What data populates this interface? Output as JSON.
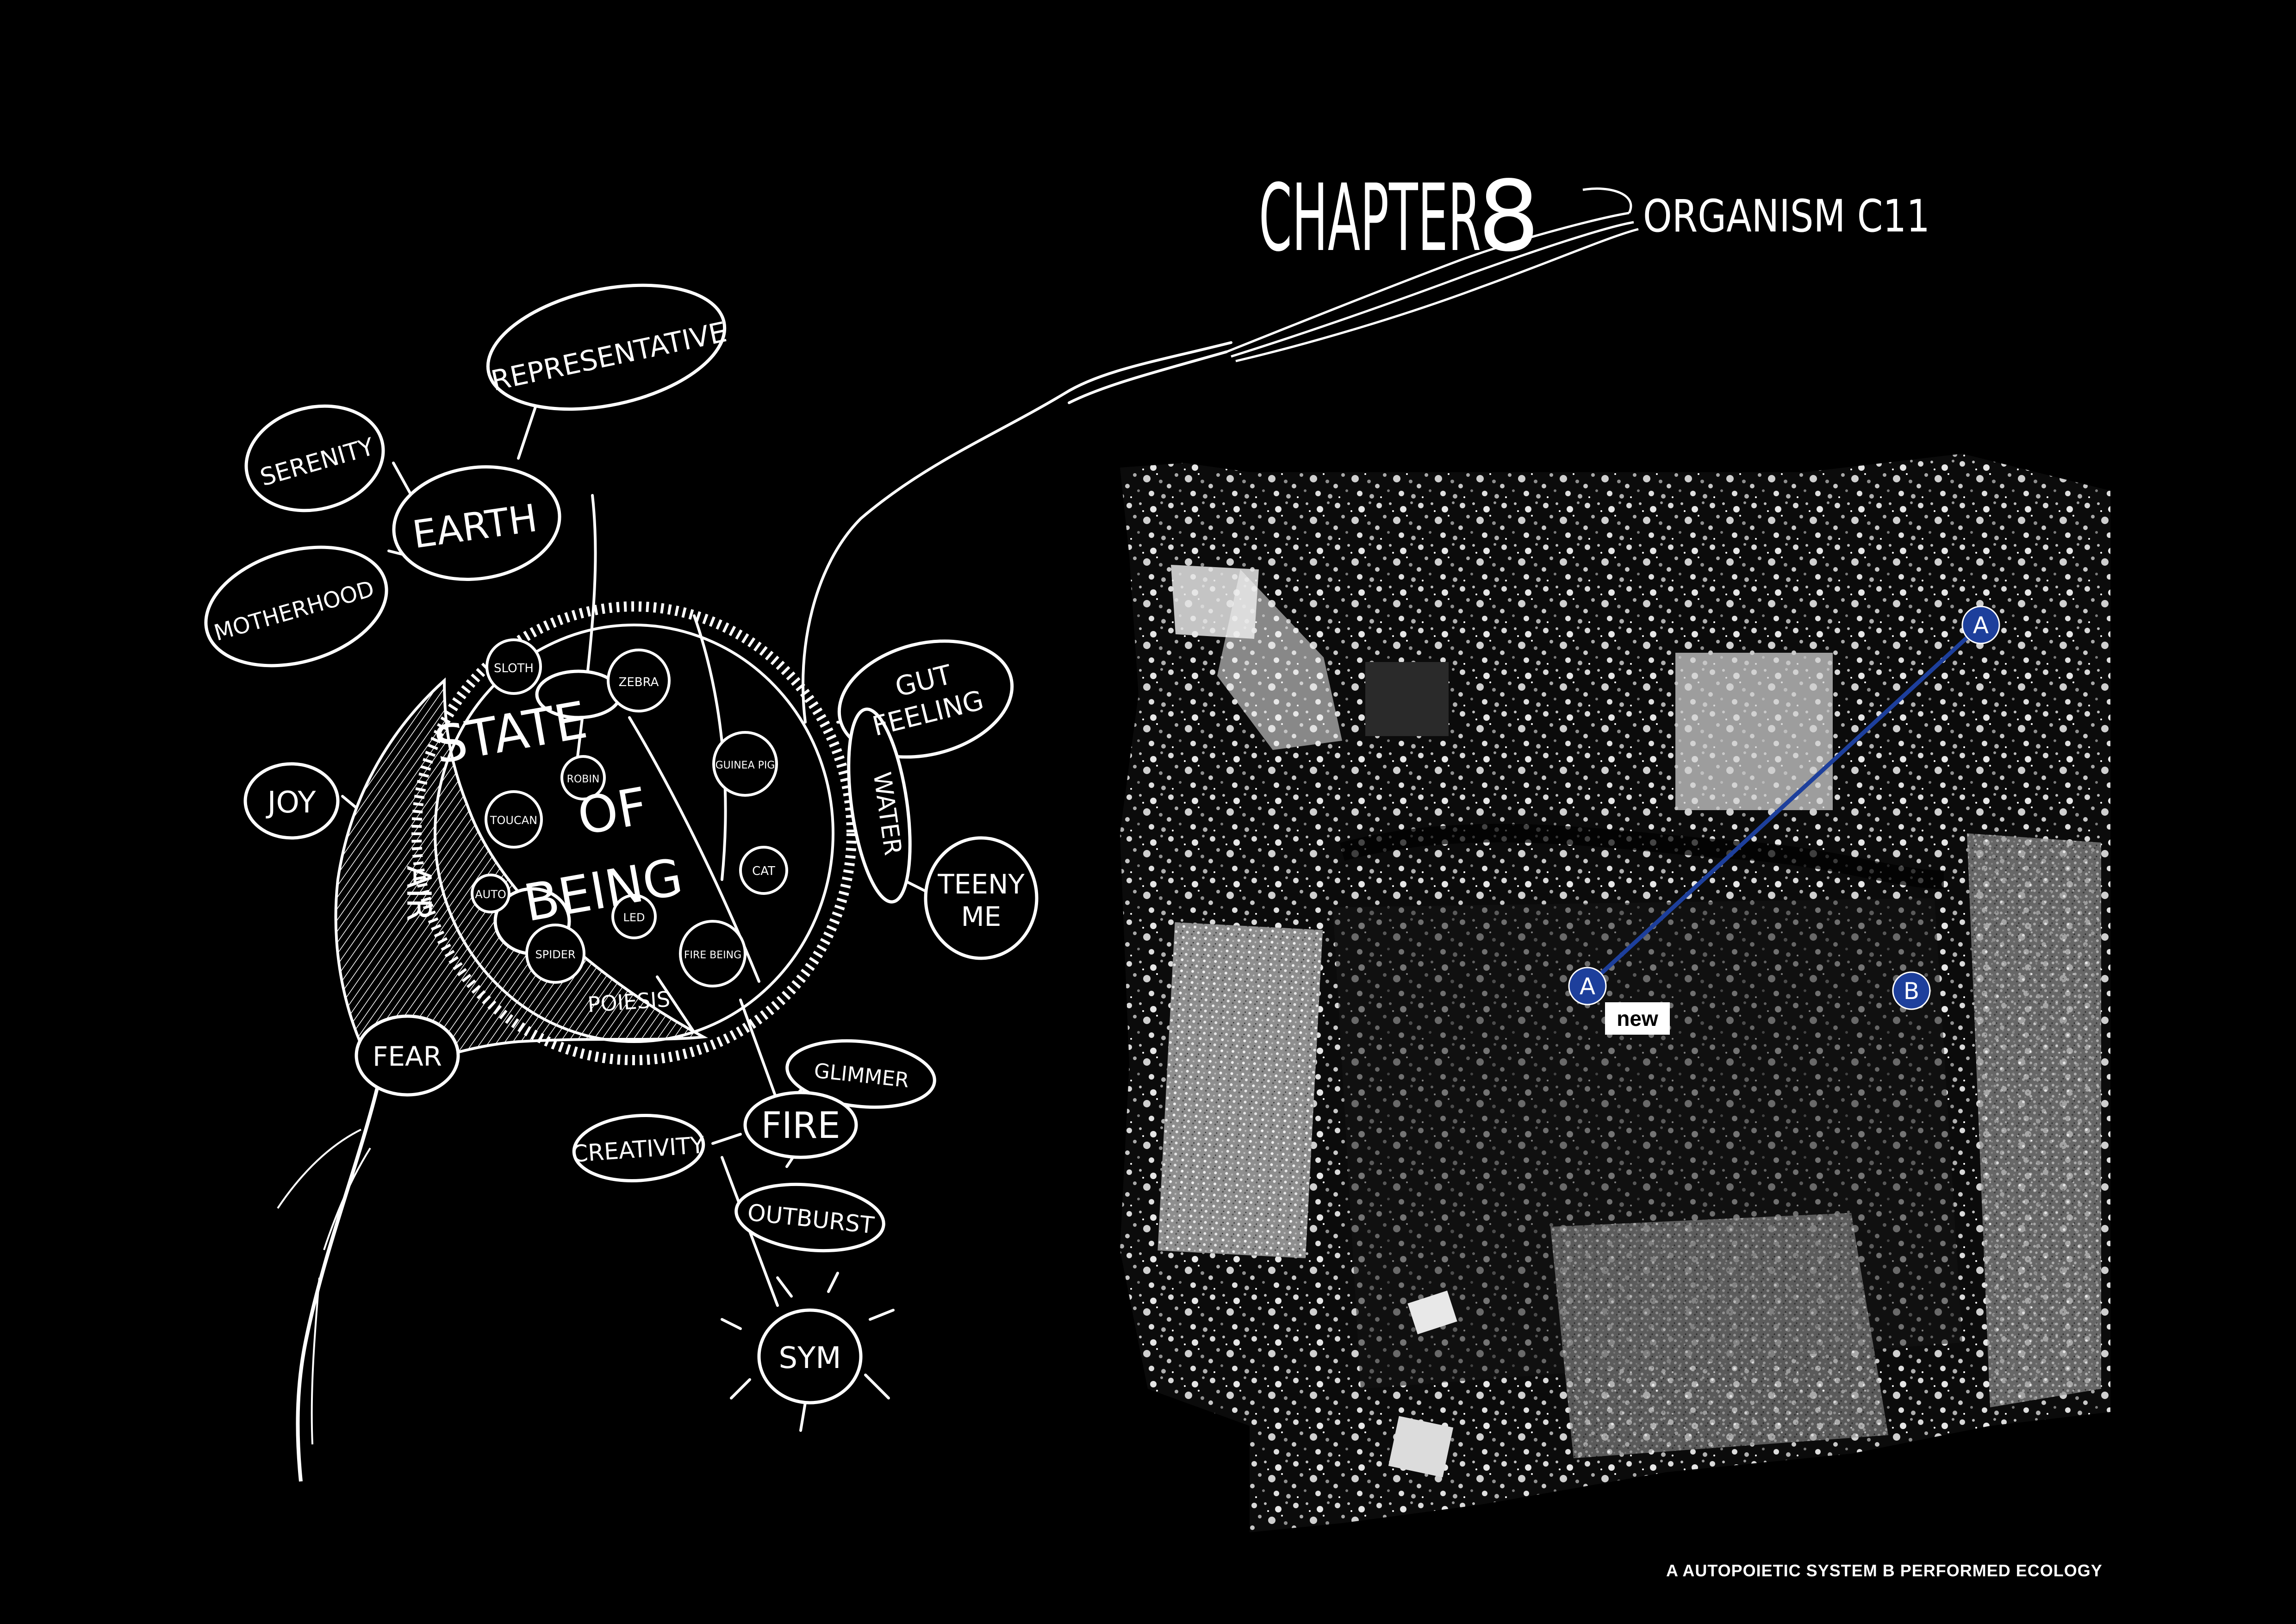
{
  "title": {
    "chapter": "CHAPTER",
    "number": "8",
    "organism": "ORGANISM C11"
  },
  "diagram": {
    "center": [
      "STATE",
      "OF",
      "BEING"
    ],
    "elements": {
      "earth": "EARTH",
      "air": "AIR",
      "water": "WATER",
      "fire": "FIRE"
    },
    "bubbles": {
      "representative": "REPRESENTATIVE",
      "serenity": "SERENITY",
      "motherhood": "MOTHERHOOD",
      "joy": "JOY",
      "fear": "FEAR",
      "gut_feeling": [
        "GUT",
        "FEELING"
      ],
      "teeny_me": [
        "TEENY",
        "ME"
      ],
      "glimmer": "GLIMMER",
      "creativity": "CREATIVITY",
      "outburst": "OUTBURST",
      "poiesis": "POIESIS",
      "sym": "SYM"
    },
    "inner_organisms": [
      "SLOTH",
      "ZEBRA",
      "ROBIN",
      "TOUCAN",
      "GUINEA PIG",
      "CAT",
      "AUTO",
      "LED",
      "SPIDER",
      "FIRE BEING"
    ]
  },
  "map": {
    "markers": [
      "A",
      "A",
      "B"
    ],
    "tag": "new",
    "line_color": "#1d3f9c",
    "marker_color": "#1d3f9c"
  },
  "caption": "A AUTOPOIETIC SYSTEM  B PERFORMED ECOLOGY"
}
